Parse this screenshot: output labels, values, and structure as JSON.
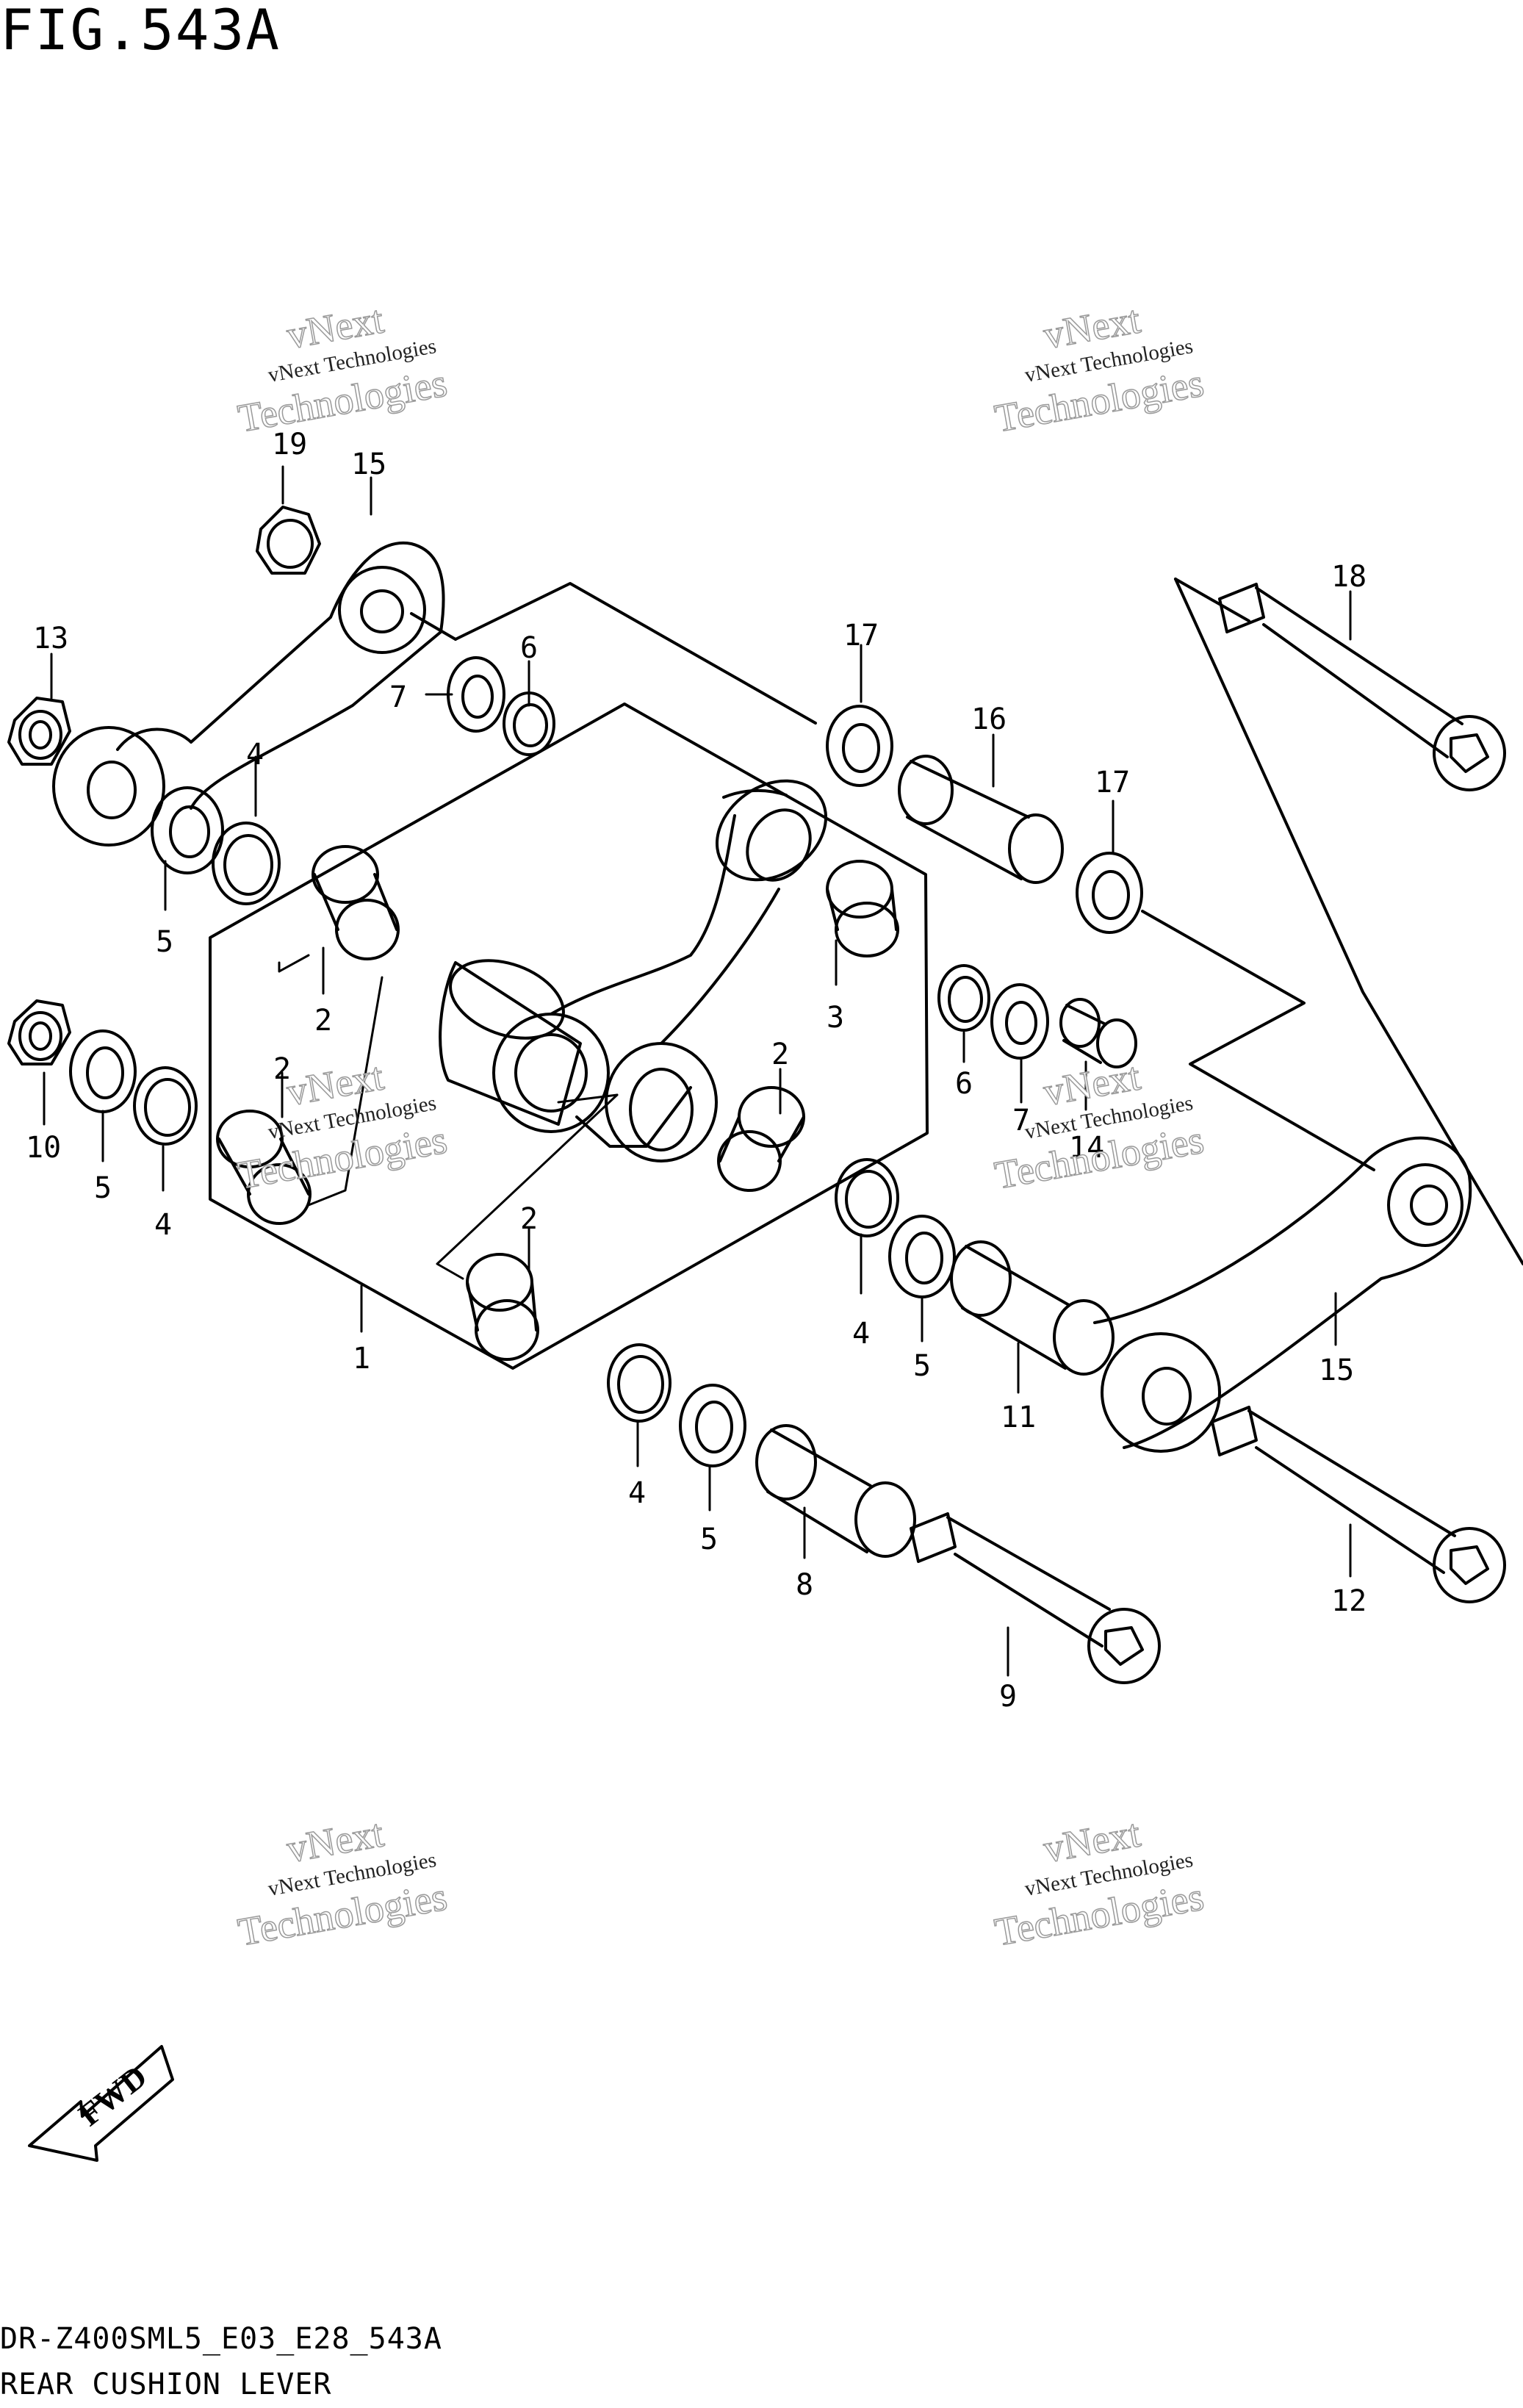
{
  "figure_title": "FIG.543A",
  "model_code": "DR-Z400SML5_E03_E28_543A",
  "part_name": "REAR CUSHION LEVER",
  "fwd_label": "FWD",
  "watermark": {
    "line1": "vNext Technologies",
    "line2": "vNext",
    "line3": "Technologies"
  },
  "callouts": [
    "1",
    "2",
    "2",
    "2",
    "2",
    "3",
    "2",
    "4",
    "5",
    "6",
    "7",
    "10",
    "5",
    "4",
    "13",
    "19",
    "15",
    "17",
    "16",
    "17",
    "18",
    "6",
    "7",
    "14",
    "4",
    "5",
    "11",
    "15",
    "4",
    "5",
    "8",
    "9",
    "12"
  ],
  "colors": {
    "ink": "#000000",
    "watermark": "#9a9a9a",
    "background": "#ffffff"
  }
}
